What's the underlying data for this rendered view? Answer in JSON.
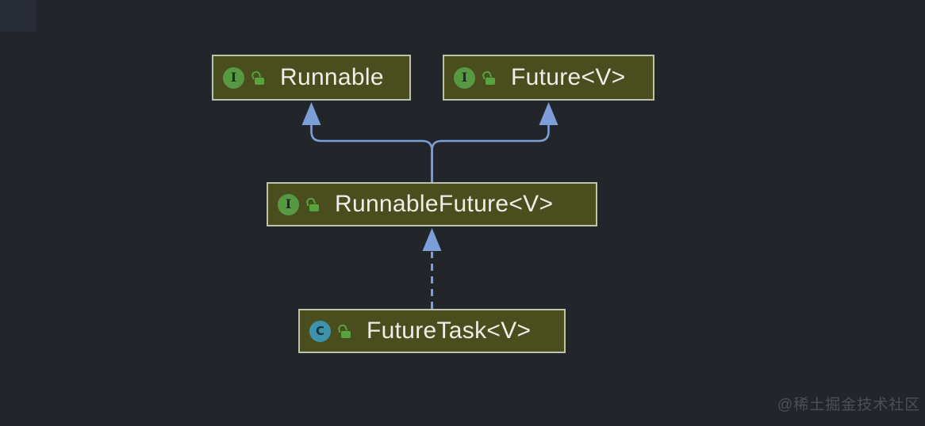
{
  "diagram": {
    "nodes": [
      {
        "id": "runnable",
        "label": "Runnable",
        "kind": "interface",
        "badge_letter": "I"
      },
      {
        "id": "future",
        "label": "Future<V>",
        "kind": "interface",
        "badge_letter": "I"
      },
      {
        "id": "runnable_future",
        "label": "RunnableFuture<V>",
        "kind": "interface",
        "badge_letter": "I"
      },
      {
        "id": "future_task",
        "label": "FutureTask<V>",
        "kind": "class",
        "badge_letter": "C"
      }
    ],
    "edges": [
      {
        "from": "RunnableFuture<V>",
        "to": "Runnable",
        "line": "solid",
        "arrow": "filled-triangle"
      },
      {
        "from": "RunnableFuture<V>",
        "to": "Future<V>",
        "line": "solid",
        "arrow": "filled-triangle"
      },
      {
        "from": "FutureTask<V>",
        "to": "RunnableFuture<V>",
        "line": "dashed",
        "arrow": "filled-triangle"
      }
    ]
  },
  "watermark": {
    "text": "@稀土掘金技术社区"
  },
  "colors": {
    "background": "#22262b",
    "corner_highlight": "#272c36",
    "node_fill": "#4a4e1e",
    "node_border": "#bdc2af",
    "node_text": "#edeee6",
    "edge_blue": "#7c9ed9",
    "interface_badge_green": "#579943",
    "class_badge_teal": "#3e93ab",
    "lock_green": "#57a33d",
    "watermark_gray": "#4a5059"
  }
}
